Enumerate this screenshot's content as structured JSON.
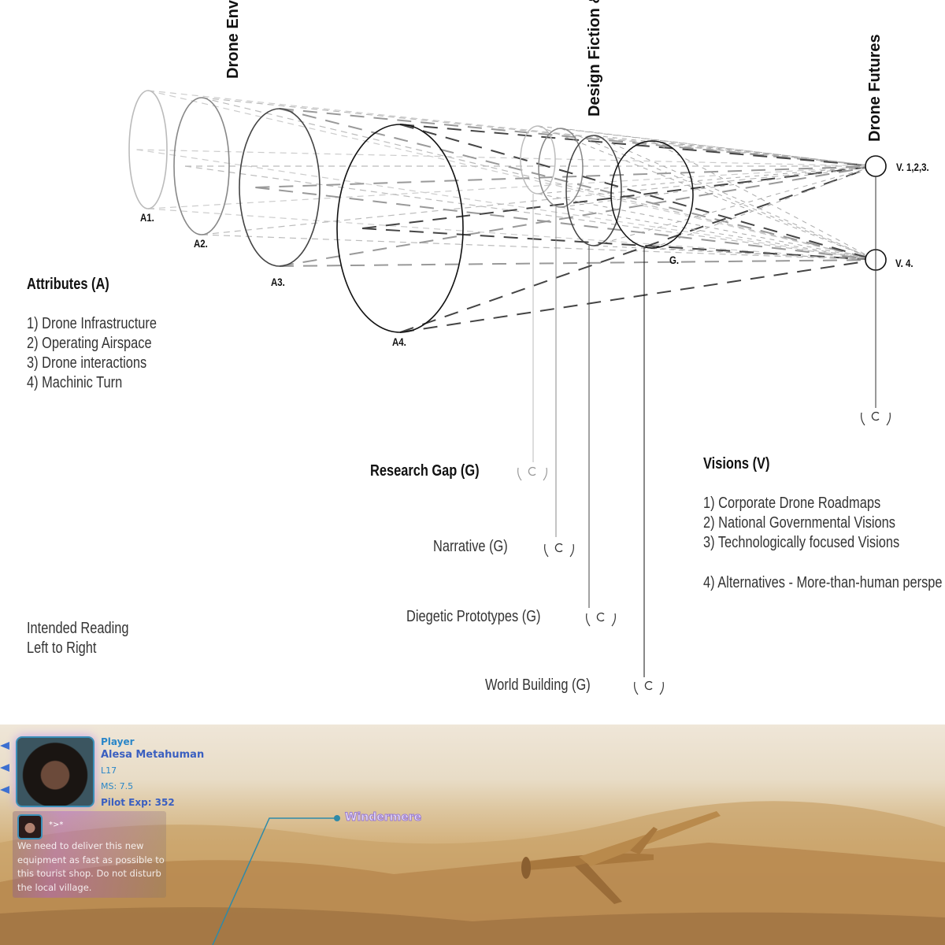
{
  "diagram": {
    "headers": {
      "drone_environments": "Drone Enviro",
      "design_fiction": "Design Fiction & F",
      "drone_futures": "Drone Futures"
    },
    "ellipse_labels": {
      "a1": "A1.",
      "a2": "A2.",
      "a3": "A3.",
      "a4": "A4.",
      "g": "G.",
      "v123": "V. 1,2,3.",
      "v4": "V. 4."
    },
    "attributes": {
      "title": "Attributes (A)",
      "items": [
        "1) Drone Infrastructure",
        "2) Operating Airspace",
        "3) Drone interactions",
        "4) Machinic Turn"
      ]
    },
    "research_gap": {
      "title": "Research Gap (G)",
      "items": [
        "Narrative (G)",
        "Diegetic Prototypes (G)",
        "World Building (G)"
      ]
    },
    "visions": {
      "title": "Visions (V)",
      "items": [
        "1) Corporate Drone Roadmaps",
        "2) National Governmental Visions",
        "3) Technologically focused Visions"
      ],
      "alt": "4) Alternatives - More-than-human perspe"
    },
    "reading": {
      "line1": "Intended Reading",
      "line2": "Left to Right"
    }
  },
  "game": {
    "player_label": "Player",
    "player_name": "Alesa Metahuman",
    "level": "L17",
    "ms": "MS: 7.5",
    "pilot_exp": "Pilot  Exp: 352",
    "speaker": "*>*",
    "message": "We need to deliver this new equipment as fast as possible to this tourist shop. Do not disturb the local village.",
    "waypoint": "Windermere",
    "colors": {
      "hud_blue": "#2a86c8",
      "hud_name": "#3a5fc0",
      "waypoint": "#9a7ad0",
      "line": "#2f8aa8"
    }
  }
}
